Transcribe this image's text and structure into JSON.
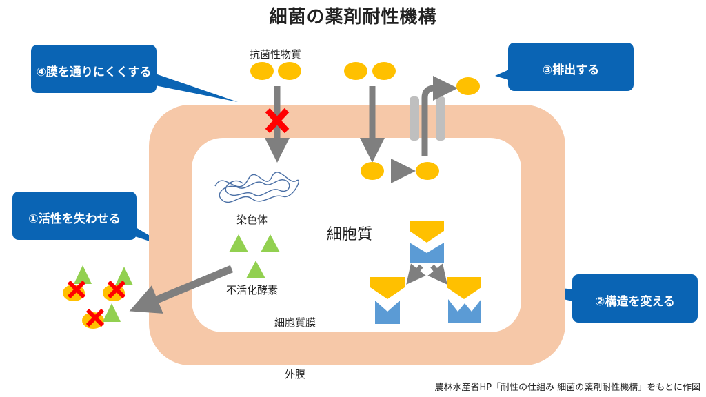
{
  "title": "細菌の薬剤耐性機構",
  "labels": {
    "antibiotic": "抗菌性物質",
    "chromosome": "染色体",
    "cytoplasm": "細胞質",
    "inactivating_enzyme": "不活化酵素",
    "cell_membrane": "細胞質膜",
    "outer_membrane": "外膜"
  },
  "callouts": {
    "membrane": "④膜を通りにくくする",
    "efflux": "③排出する",
    "inactivate": "①活性を失わせる",
    "structure": "②構造を変える"
  },
  "source": "農林水産省HP「耐性の仕組み 細菌の薬剤耐性機構」をもとに作図",
  "colors": {
    "callout": "#0a64b4",
    "outer_membrane": "#f6c8a8",
    "antibiotic": "#ffc000",
    "enzyme": "#92d050",
    "target": "#5b9bd5",
    "arrow": "#7f7f7f",
    "block": "#ff0000"
  }
}
